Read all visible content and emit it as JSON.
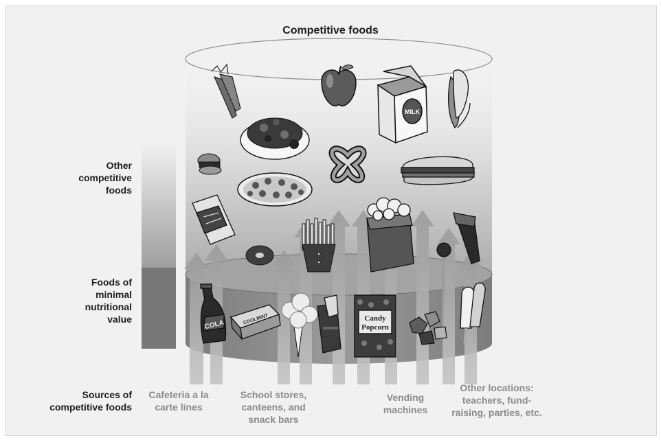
{
  "title": "Competitive foods",
  "levels": {
    "other": "Other competitive foods",
    "minimal": "Foods of minimal nutritional value",
    "sources": "Sources of competitive foods"
  },
  "sources": [
    {
      "label": "Cafeteria a la carte lines"
    },
    {
      "label": "School stores, canteens, and snack bars"
    },
    {
      "label": "Vending machines"
    },
    {
      "label": "Other locations: teachers, fund-raising, parties, etc."
    }
  ],
  "food_labels": {
    "milk": "MILK",
    "cola": "COLA",
    "candy_box_line1": "Candy",
    "candy_box_line2": "Popcorn",
    "gum": "COOLMINT"
  },
  "colors": {
    "background": "#f1f1f1",
    "bar_top": "#9e9e9e",
    "bar_bottom": "#777777",
    "band": "#8c8c8c",
    "arrow": "#b4b4b4",
    "source_text": "#8a8a8a"
  },
  "icons": [
    "carrots",
    "salad-plate",
    "apple",
    "milk-carton",
    "banana",
    "burger",
    "pizza",
    "pretzel",
    "sub-sandwich",
    "chips-bag",
    "donut",
    "french-fries",
    "popcorn-bag",
    "chocolate-bar",
    "cola-bottle",
    "gum-pack",
    "cotton-candy",
    "candy-bar",
    "candy-popcorn-box",
    "wrapped-candies-lollipop",
    "ice-pops"
  ]
}
